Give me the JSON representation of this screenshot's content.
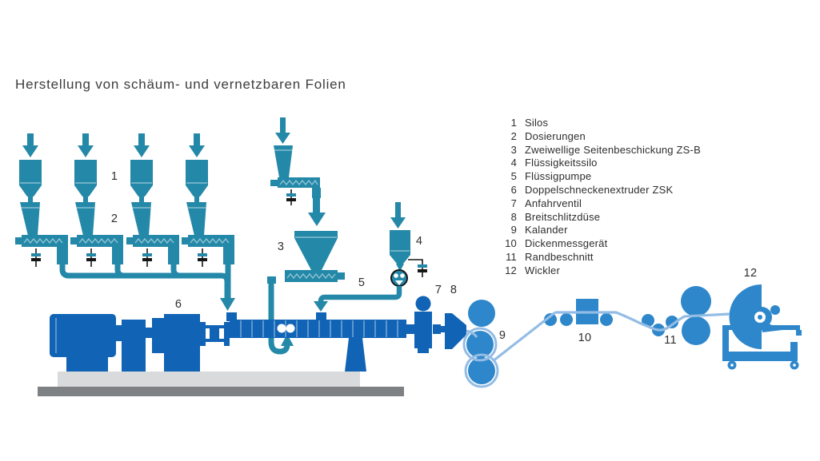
{
  "title": "Herstellung von schäum- und vernetzbaren Folien",
  "legend": {
    "items": [
      {
        "num": "1",
        "label": "Silos"
      },
      {
        "num": "2",
        "label": "Dosierungen"
      },
      {
        "num": "3",
        "label": "Zweiwellige Seitenbeschickung ZS-B"
      },
      {
        "num": "4",
        "label": "Flüssigkeitssilo"
      },
      {
        "num": "5",
        "label": "Flüssigpumpe"
      },
      {
        "num": "6",
        "label": "Doppelschneckenextruder ZSK"
      },
      {
        "num": "7",
        "label": "Anfahrventil"
      },
      {
        "num": "8",
        "label": "Breitschlitzdüse"
      },
      {
        "num": "9",
        "label": "Kalander"
      },
      {
        "num": "10",
        "label": "Dickenmessgerät"
      },
      {
        "num": "11",
        "label": "Randbeschnitt"
      },
      {
        "num": "12",
        "label": "Wickler"
      }
    ]
  },
  "colors": {
    "teal": "#2488A8",
    "extruder_blue": "#1063B5",
    "downstream_blue": "#2E87CB",
    "film_blue": "#93BCE5",
    "platform_grey": "#D8DADC",
    "floor_grey": "#7D8184",
    "text": "#2E2E2E"
  }
}
